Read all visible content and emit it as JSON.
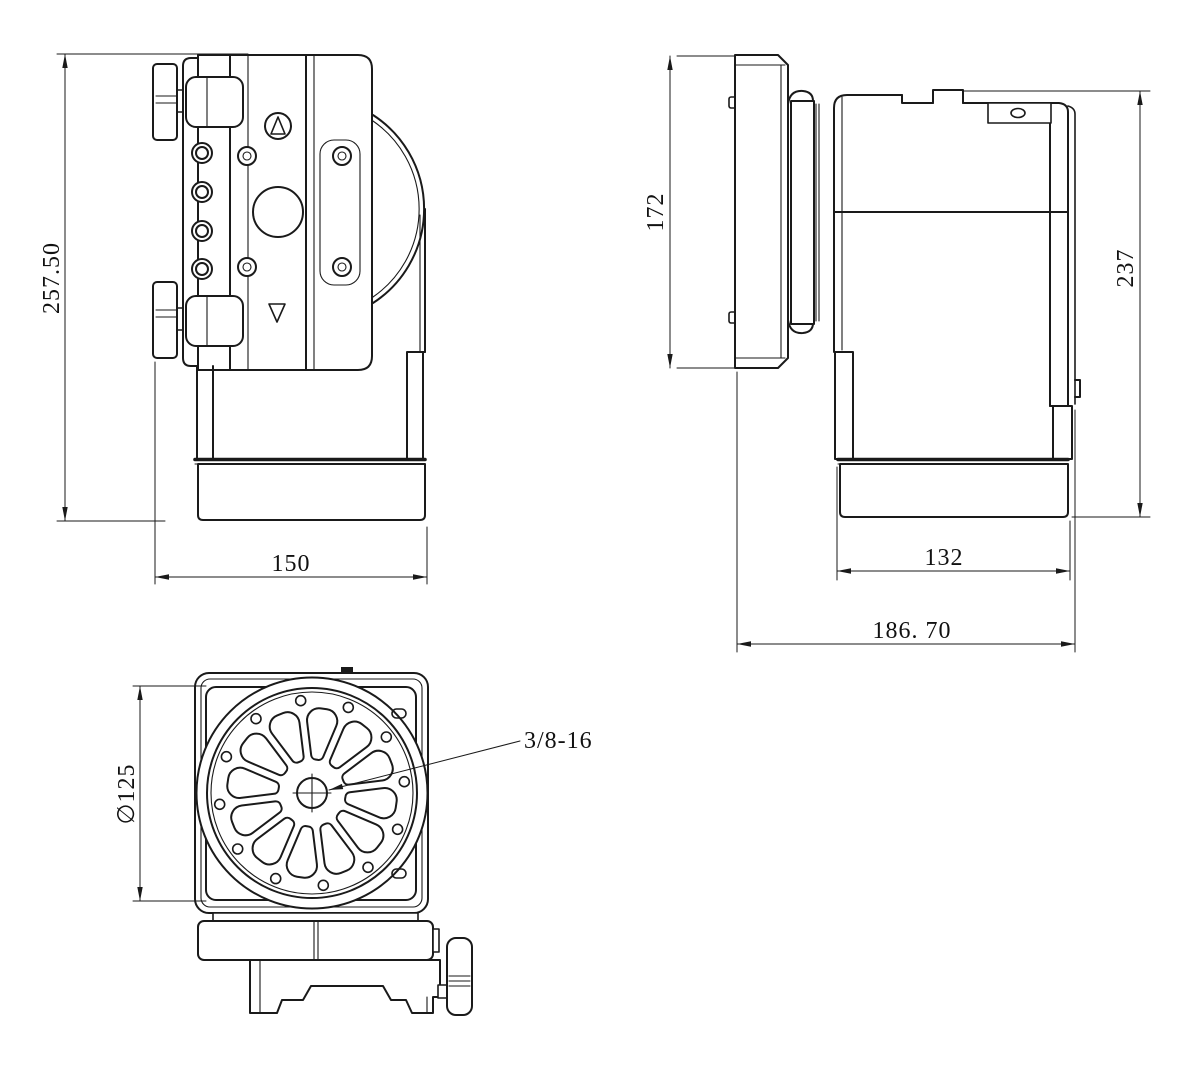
{
  "drawing": {
    "background_color": "#ffffff",
    "line_color": "#1a1a1a",
    "views": [
      "front-view",
      "side-view",
      "bottom-view"
    ]
  },
  "dimensions": {
    "front_overall_height": "257.50",
    "front_overall_width": "150",
    "saddle_plate_length": "172",
    "side_overall_height": "237",
    "base_width": "132",
    "side_overall_depth": "186. 70",
    "rotary_platform_diameter": "∅125",
    "center_thread": "3/8-16"
  }
}
